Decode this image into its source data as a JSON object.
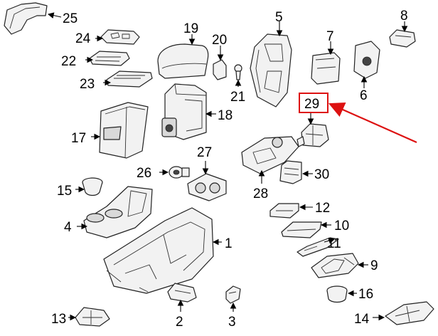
{
  "colors": {
    "highlight": "#dd1111",
    "line": "#222222",
    "part_fill": "#f2f2f2"
  },
  "highlighted_callout": "29",
  "callouts": {
    "c1": "1",
    "c2": "2",
    "c3": "3",
    "c4": "4",
    "c5": "5",
    "c6": "6",
    "c7": "7",
    "c8": "8",
    "c9": "9",
    "c10": "10",
    "c11": "11",
    "c12": "12",
    "c13": "13",
    "c14": "14",
    "c15": "15",
    "c16": "16",
    "c17": "17",
    "c18": "18",
    "c19": "19",
    "c20": "20",
    "c21": "21",
    "c22": "22",
    "c23": "23",
    "c24": "24",
    "c25": "25",
    "c26": "26",
    "c27": "27",
    "c28": "28",
    "c29": "29",
    "c30": "30"
  }
}
